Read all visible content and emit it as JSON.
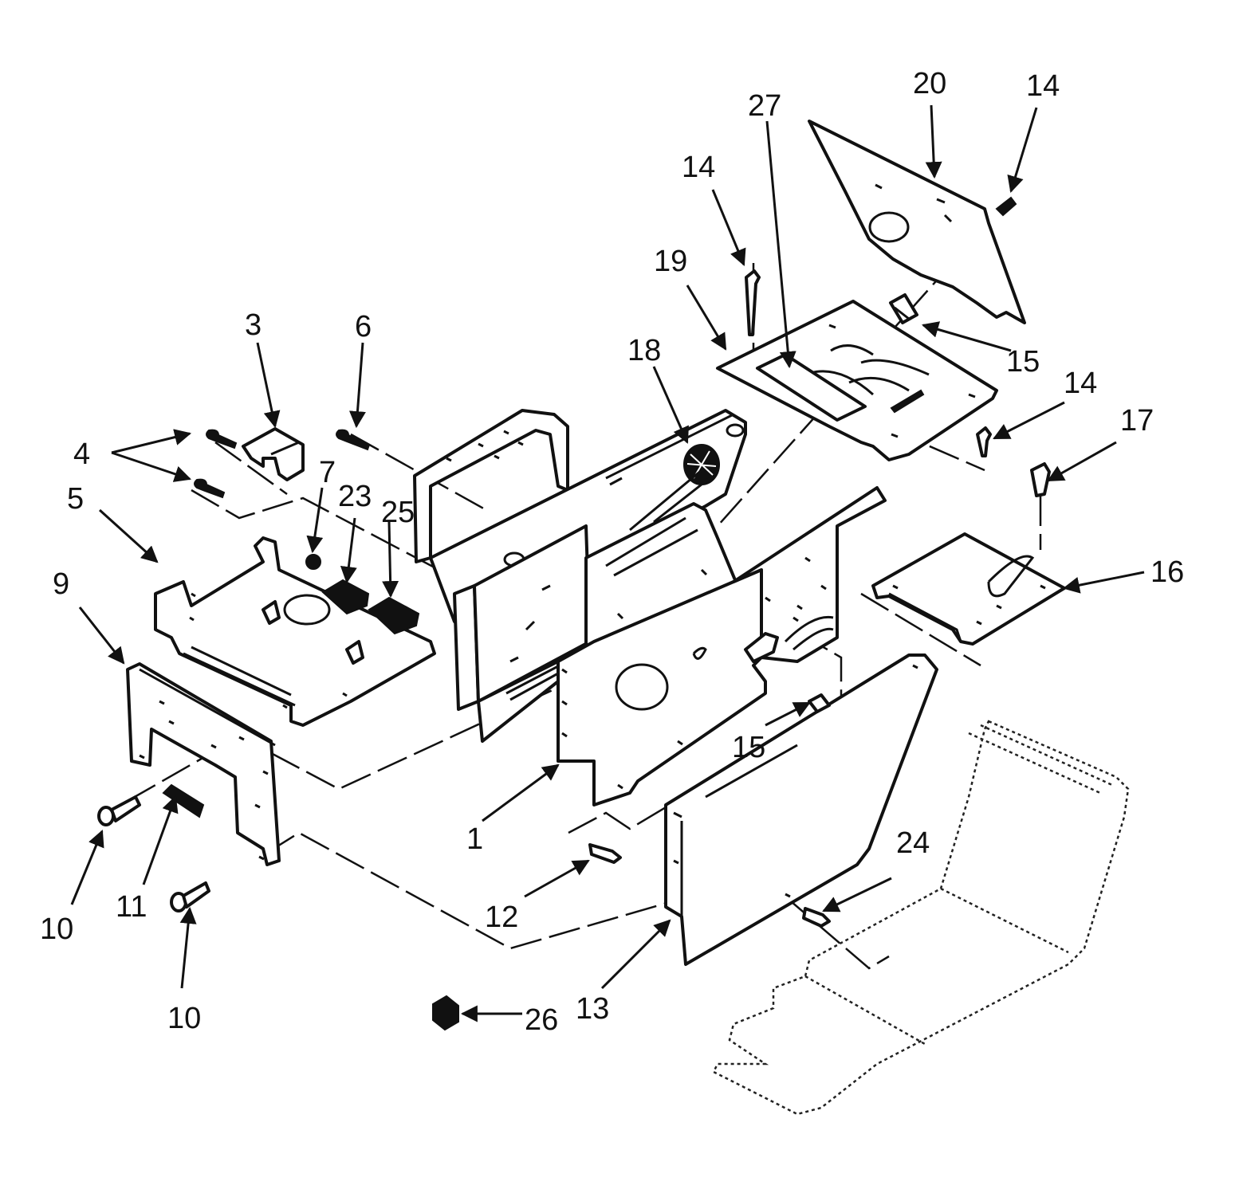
{
  "callouts": [
    {
      "id": "c1",
      "label": "1"
    },
    {
      "id": "c3",
      "label": "3"
    },
    {
      "id": "c4",
      "label": "4"
    },
    {
      "id": "c5",
      "label": "5"
    },
    {
      "id": "c6",
      "label": "6"
    },
    {
      "id": "c7",
      "label": "7"
    },
    {
      "id": "c9",
      "label": "9"
    },
    {
      "id": "c10a",
      "label": "10"
    },
    {
      "id": "c10b",
      "label": "10"
    },
    {
      "id": "c11",
      "label": "11"
    },
    {
      "id": "c12",
      "label": "12"
    },
    {
      "id": "c13",
      "label": "13"
    },
    {
      "id": "c14a",
      "label": "14"
    },
    {
      "id": "c14b",
      "label": "14"
    },
    {
      "id": "c14c",
      "label": "14"
    },
    {
      "id": "c15a",
      "label": "15"
    },
    {
      "id": "c15b",
      "label": "15"
    },
    {
      "id": "c16",
      "label": "16"
    },
    {
      "id": "c17",
      "label": "17"
    },
    {
      "id": "c18",
      "label": "18"
    },
    {
      "id": "c19",
      "label": "19"
    },
    {
      "id": "c20",
      "label": "20"
    },
    {
      "id": "c23",
      "label": "23"
    },
    {
      "id": "c24",
      "label": "24"
    },
    {
      "id": "c25",
      "label": "25"
    },
    {
      "id": "c26",
      "label": "26"
    },
    {
      "id": "c27",
      "label": "27"
    }
  ],
  "colors": {
    "ink": "#111111",
    "paper": "#ffffff"
  }
}
